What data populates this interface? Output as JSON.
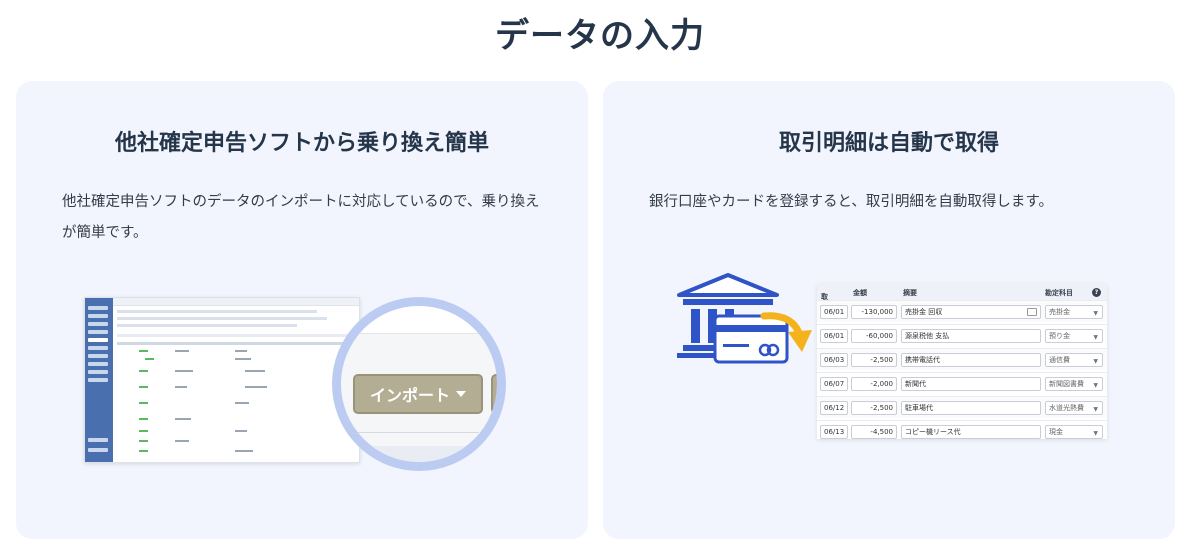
{
  "page": {
    "title": "データの入力"
  },
  "import_card": {
    "title": "他社確定申告ソフトから乗り換え簡単",
    "description": "他社確定申告ソフトのデータのインポートに対応しているので、乗り換えが簡単です。",
    "import_button_label": "インポート",
    "icons": {
      "import_caret": "chevron-down-icon"
    }
  },
  "auto_card": {
    "title": "取引明細は自動で取得",
    "description": "銀行口座やカードを登録すると、取引明細を自動取得します。",
    "icons": {
      "bank": "bank-icon",
      "card": "credit-card-icon",
      "arrow": "arrow-icon",
      "help": "help-icon"
    },
    "colors": {
      "icon_blue": "#2f54c8",
      "arrow": "#f4b31d"
    },
    "table": {
      "headers": {
        "date": "取引日",
        "amount": "金額",
        "memo": "摘要",
        "account": "勘定科目"
      },
      "sort_indicator": "↑",
      "help_label": "?",
      "select_arrow": "▼",
      "rows": [
        {
          "date": "06/01",
          "amount": "-130,000",
          "memo": "売掛金 回収",
          "account": "売掛金"
        },
        {
          "date": "06/01",
          "amount": "-60,000",
          "memo": "源泉税他 支払",
          "account": "預り金"
        },
        {
          "date": "06/03",
          "amount": "-2,500",
          "memo": "携帯電話代",
          "account": "通信費"
        },
        {
          "date": "06/07",
          "amount": "-2,000",
          "memo": "新聞代",
          "account": "新聞図書費"
        },
        {
          "date": "06/12",
          "amount": "-2,500",
          "memo": "駐車場代",
          "account": "水道光熱費"
        },
        {
          "date": "06/13",
          "amount": "-4,500",
          "memo": "コピー機リース代",
          "account": "現金"
        }
      ]
    }
  }
}
